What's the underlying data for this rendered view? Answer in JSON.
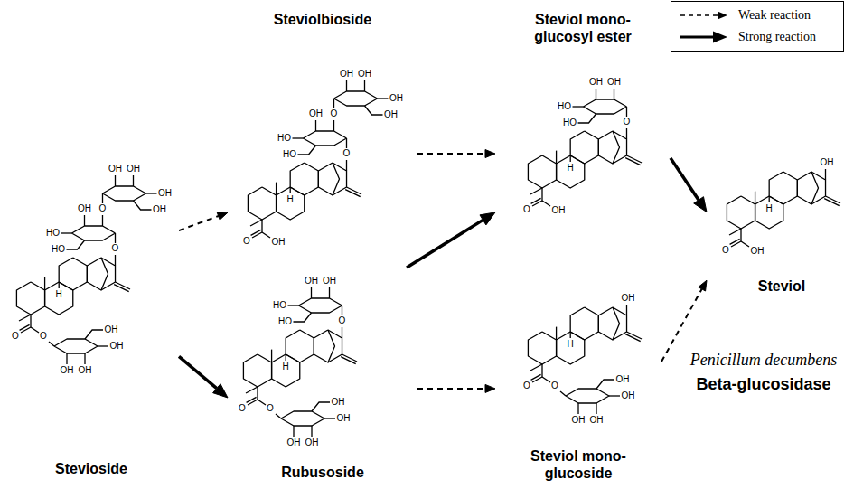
{
  "diagram": {
    "nodes": [
      {
        "text": [
          "Stevioside"
        ]
      },
      {
        "text": [
          "Steviolbioside"
        ]
      },
      {
        "text": [
          "Rubusoside"
        ]
      },
      {
        "text": [
          "Steviol mono- glucosyl ester"
        ]
      },
      {
        "text": [
          "Steviol mono- glucoside"
        ]
      },
      {
        "text": [
          "Steviol"
        ]
      }
    ],
    "edges": [
      {
        "from": 0,
        "to": 1,
        "arrow": "to"
      },
      {
        "from": 0,
        "to": 2,
        "arrow": "to"
      },
      {
        "from": 1,
        "to": 3,
        "arrow": "to"
      },
      {
        "from": 2,
        "to": 3,
        "arrow": "to"
      },
      {
        "from": 2,
        "to": 4,
        "arrow": "to"
      },
      {
        "from": 3,
        "to": 5,
        "arrow": "to"
      },
      {
        "from": 4,
        "to": 5,
        "arrow": "to"
      }
    ],
    "labels": [
      "H",
      "O",
      "O",
      "OH",
      "HO",
      "HO",
      "OH",
      "OH",
      "OH",
      "OH",
      "O",
      "O",
      "OH",
      "OH",
      "OH",
      "OH",
      "H",
      "O",
      "O",
      "OH",
      "HO",
      "HO",
      "OH",
      "OH",
      "OH",
      "OH",
      "O",
      "OH",
      "H",
      "O",
      "OH",
      "OH",
      "HO",
      "HO",
      "O",
      "O",
      "OH",
      "OH",
      "OH",
      "OH",
      "H",
      "O",
      "OH",
      "OH",
      "HO",
      "HO",
      "O",
      "OH",
      "H",
      "OH",
      "O",
      "O",
      "OH",
      "OH",
      "OH",
      "OH",
      "H",
      "OH",
      "O",
      "OH",
      "Penicillum decumbens",
      "Beta-glucosidase"
    ],
    "legend": [
      {
        "text": "Weak reaction"
      },
      {
        "text": "Strong reaction"
      }
    ]
  }
}
